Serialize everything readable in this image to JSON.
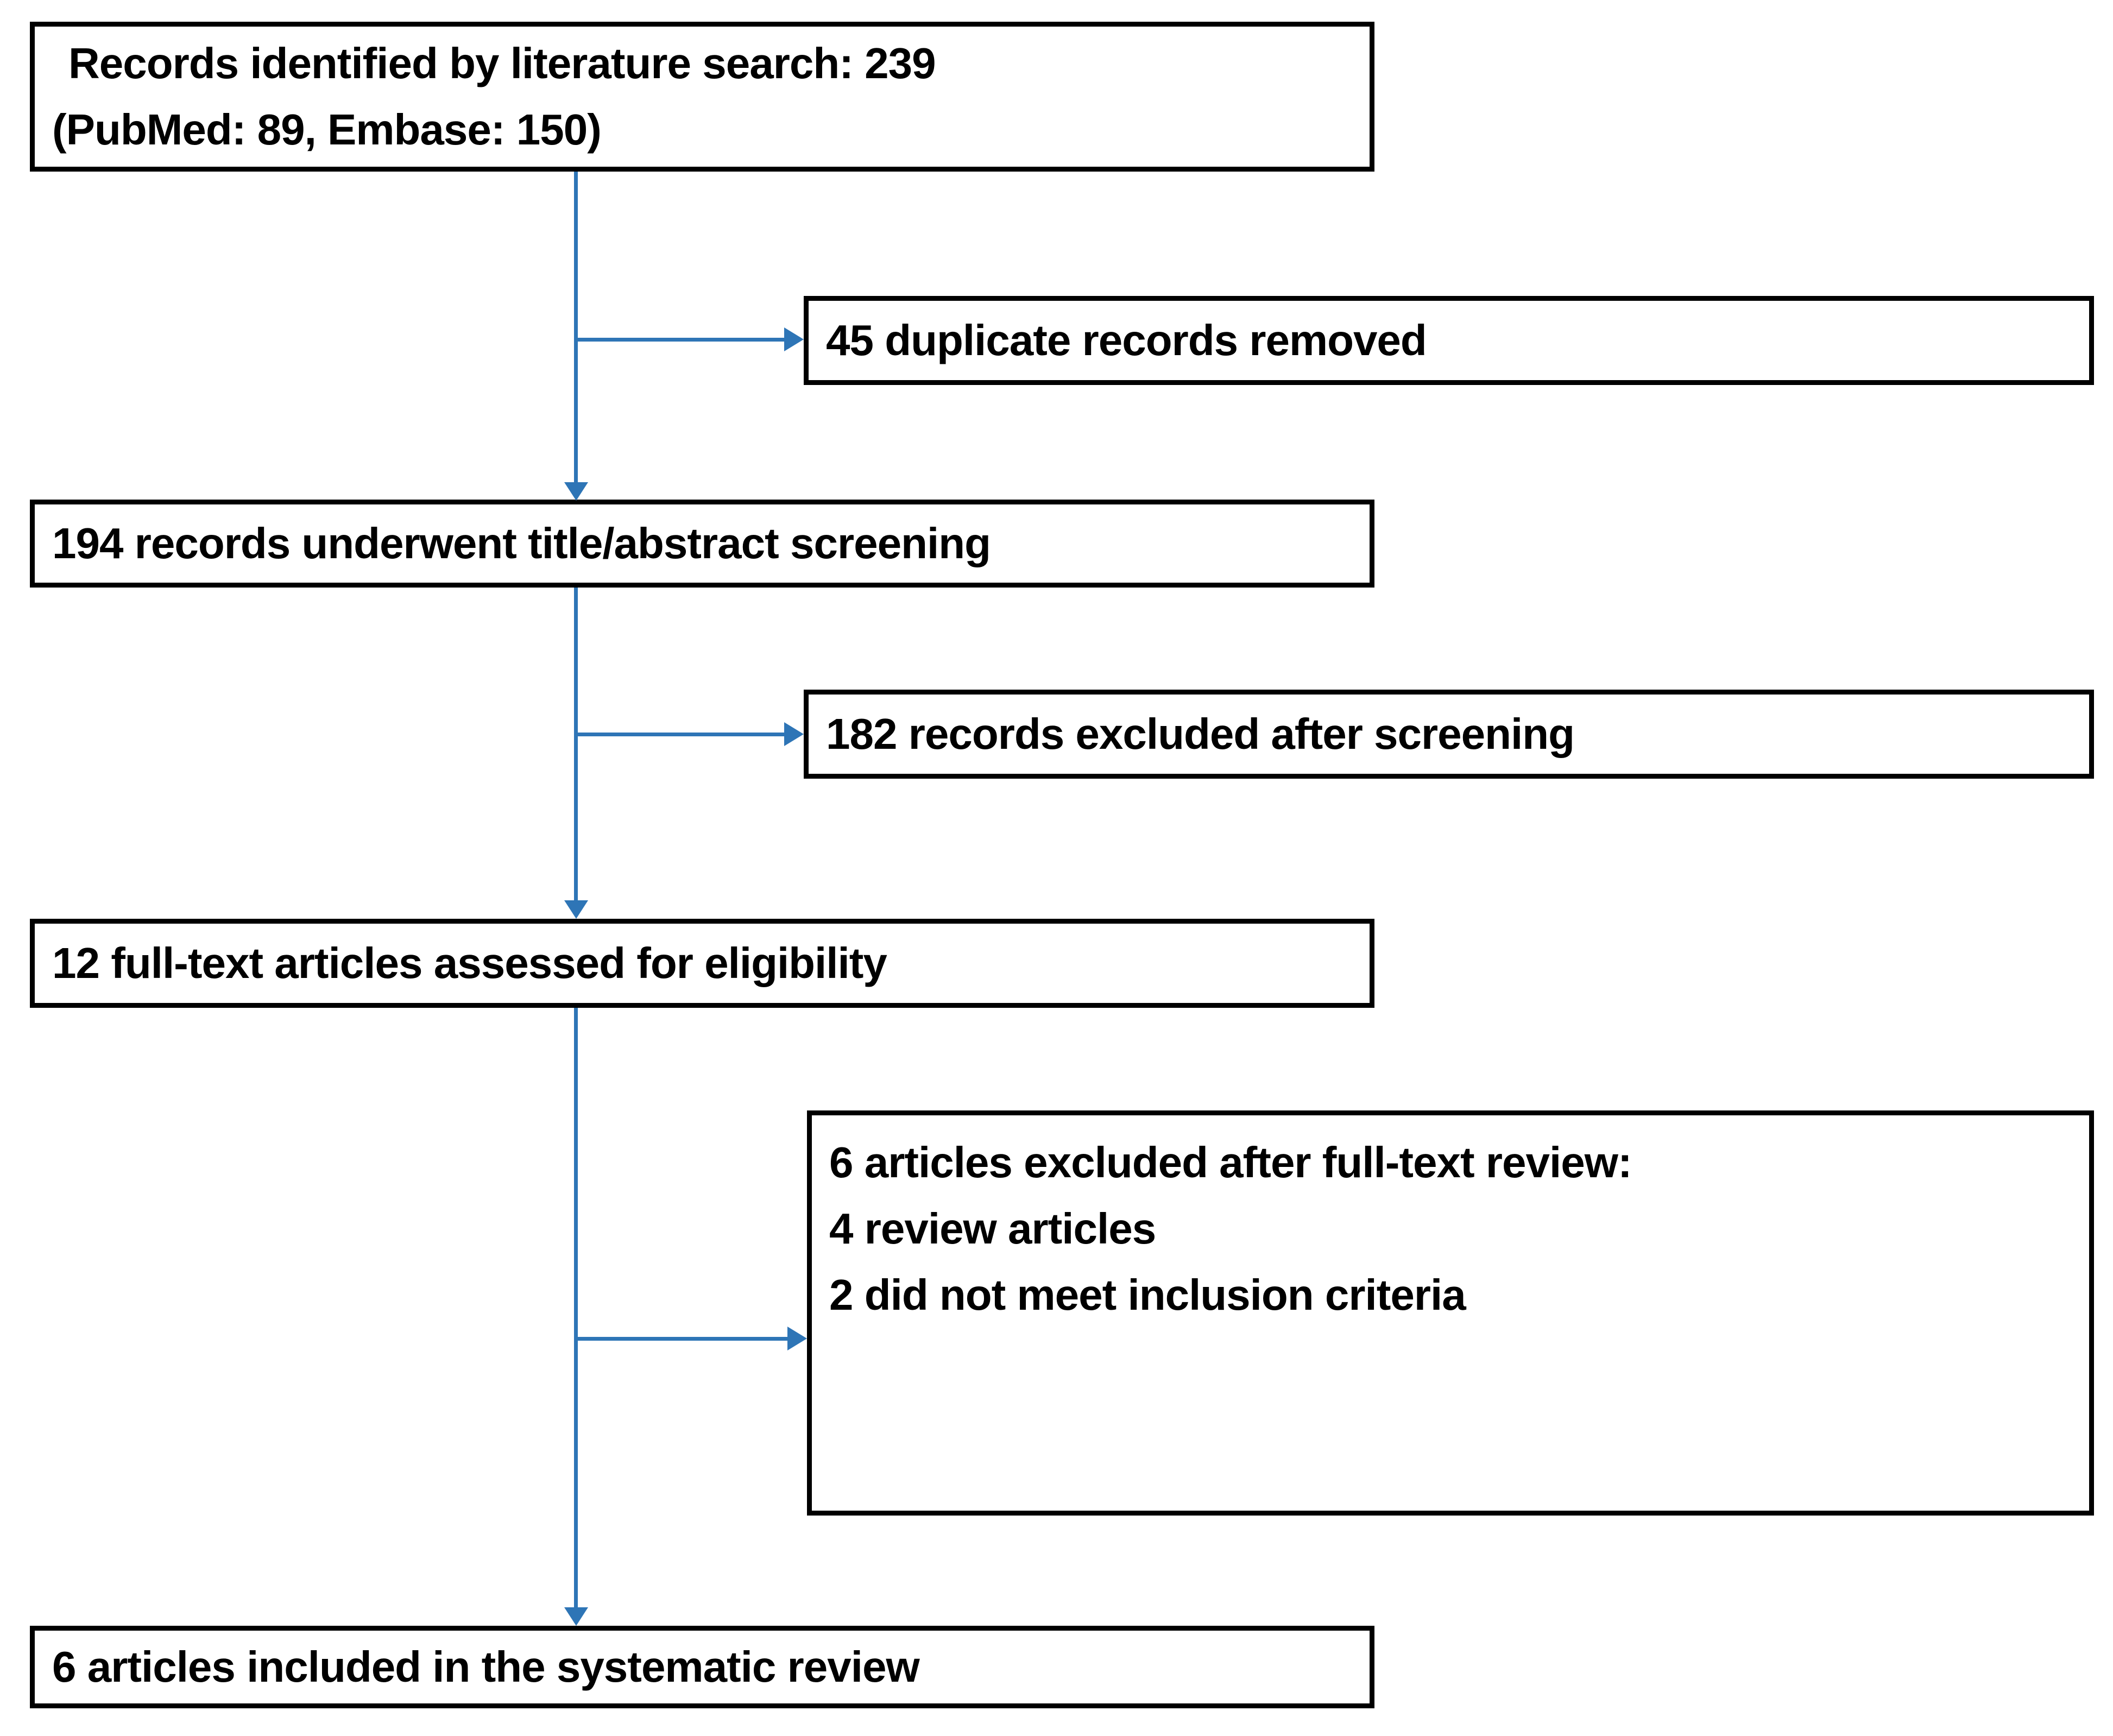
{
  "colors": {
    "arrow": "#2E75B6",
    "border": "#000000",
    "background": "#FFFFFF",
    "text": "#000000"
  },
  "boxes": {
    "identified": {
      "line1": "Records identified by literature search: 239",
      "line2": "(PubMed: 89, Embase: 150)"
    },
    "duplicates_removed": {
      "line1": "45 duplicate records removed"
    },
    "title_abstract_screening": {
      "line1": "194 records underwent title/abstract screening"
    },
    "excluded_after_screening": {
      "line1": "182 records excluded after screening"
    },
    "fulltext_assessed": {
      "line1": "12 full-text articles assessed for eligibility"
    },
    "excluded_after_fulltext": {
      "line1": "6 articles excluded after full-text review:",
      "line2": "4 review articles",
      "line3": "2 did not meet inclusion criteria"
    },
    "included": {
      "line1": "6 articles included in the systematic review"
    }
  }
}
